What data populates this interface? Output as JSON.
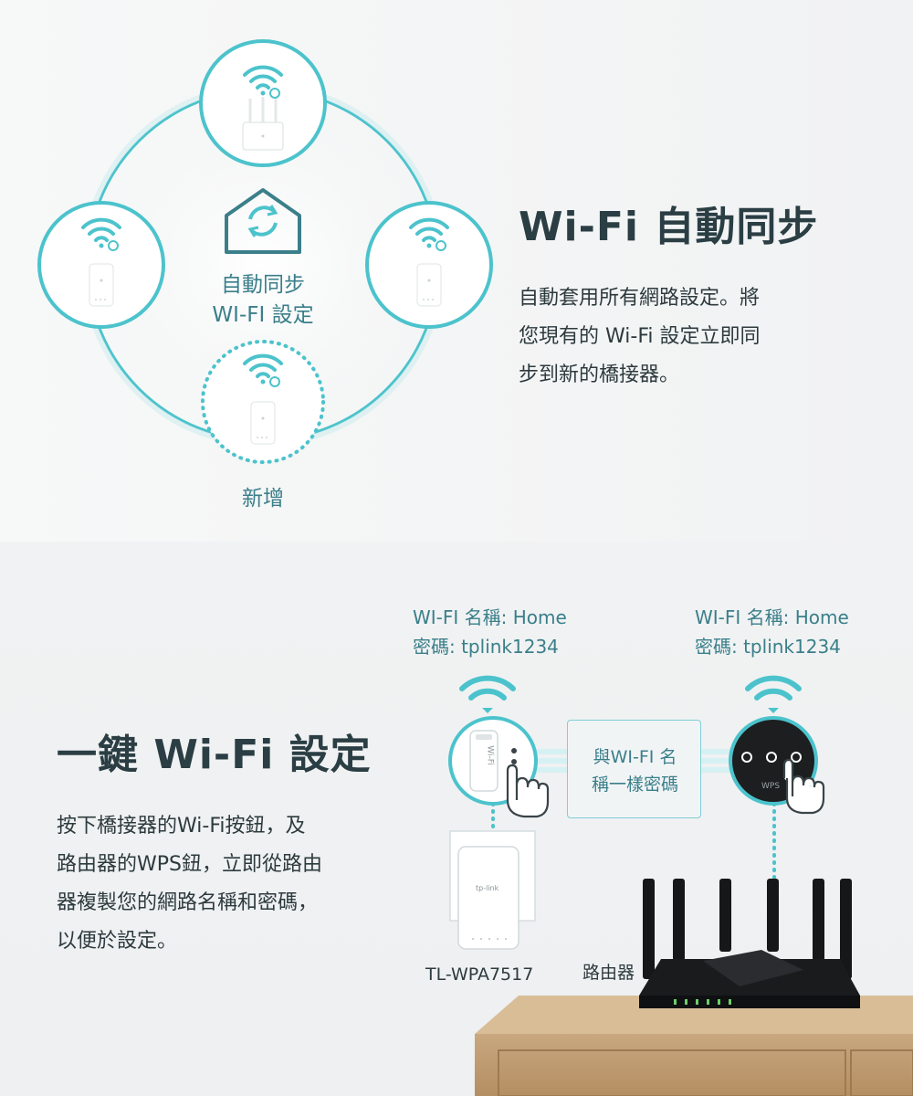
{
  "sync": {
    "title": "Wi-Fi 自動同步",
    "desc_lines": [
      "自動套用所有網路設定。將",
      "您現有的 Wi-Fi 設定立即同",
      "步到新的橋接器。"
    ],
    "center_line1": "自動同步",
    "center_line2": "WI-FI 設定",
    "new_label": "新增",
    "brand_logo": "tp-link"
  },
  "onekey": {
    "title": "一鍵 Wi-Fi 設定",
    "desc_lines": [
      "按下橋接器的Wi-Fi按鈕，及",
      "路由器的WPS鈕，立即從路由",
      "器複製您的網路名稱和密碼，",
      "以便於設定。"
    ],
    "left_ssid": "WI-FI 名稱: Home",
    "left_pass": "密碼: tplink1234",
    "right_ssid": "WI-FI 名稱: Home",
    "right_pass": "密碼: tplink1234",
    "box_line1": "與WI-FI 名",
    "box_line2": "稱一樣密碼",
    "button_text": "Wi-Fi",
    "wps_text": "WPS",
    "model": "TL-WPA7517",
    "router_label": "路由器"
  },
  "colors": {
    "accent": "#4cc3cc",
    "heading": "#2a3e44",
    "label": "#3a7f8a"
  }
}
